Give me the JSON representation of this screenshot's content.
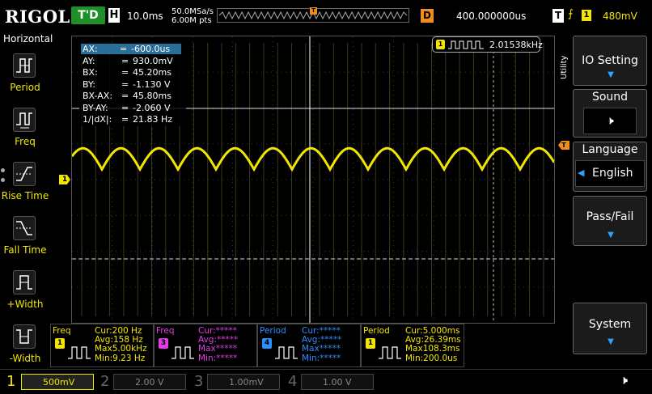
{
  "top": {
    "brand": "RIGOL",
    "run_state": "T'D",
    "timebase_label": "H",
    "timebase": "10.0ms",
    "sample_rate": "50.0MSa/s",
    "memory_depth": "6.00M pts",
    "delay_label": "D",
    "delay": "400.000000us",
    "trigger_label": "T",
    "trigger_channel": "1",
    "trigger_level": "480mV",
    "trigger_marker": "T"
  },
  "left_panel": {
    "title": "Horizontal",
    "items": [
      {
        "label": "Period"
      },
      {
        "label": "Freq"
      },
      {
        "label": "Rise Time"
      },
      {
        "label": "Fall Time"
      },
      {
        "label": "+Width"
      },
      {
        "label": "-Width"
      }
    ]
  },
  "cursor_readout": {
    "rows": [
      {
        "name": "AX:",
        "eq": "=",
        "value": "-600.0us"
      },
      {
        "name": "AY:",
        "eq": "=",
        "value": "930.0mV"
      },
      {
        "name": "BX:",
        "eq": "=",
        "value": "45.20ms"
      },
      {
        "name": "BY:",
        "eq": "=",
        "value": "-1.130 V"
      },
      {
        "name": "BX-AX:",
        "eq": "=",
        "value": "45.80ms"
      },
      {
        "name": "BY-AY:",
        "eq": "=",
        "value": "-2.060 V"
      },
      {
        "name": "1/|dX|:",
        "eq": "=",
        "value": "21.83 Hz"
      }
    ]
  },
  "freq_counter": {
    "channel": "1",
    "value": "2.01538kHz"
  },
  "channel_marker": "1",
  "trigger_level_marker": "T",
  "right_panel": {
    "utility": "Utility",
    "io_setting": "IO Setting",
    "sound": "Sound",
    "language": "Language",
    "language_value": "English",
    "pass_fail": "Pass/Fail",
    "system": "System"
  },
  "measurements": [
    {
      "name": "Freq",
      "channel": "1",
      "cur": "Cur:200 Hz",
      "avg": "Avg:158 Hz",
      "max": "Max5.00kHz",
      "min": "Min:9.23 Hz",
      "color": "#f2e600"
    },
    {
      "name": "Freq",
      "channel": "3",
      "cur": "Cur:*****",
      "avg": "Avg:*****",
      "max": "Max*****",
      "min": "Min:*****",
      "color": "#e23ce2"
    },
    {
      "name": "Period",
      "channel": "4",
      "cur": "Cur:*****",
      "avg": "Avg:*****",
      "max": "Max*****",
      "min": "Min:*****",
      "color": "#2f8cff"
    },
    {
      "name": "Period",
      "channel": "1",
      "cur": "Cur:5.000ms",
      "avg": "Avg:26.39ms",
      "max": "Max108.3ms",
      "min": "Min:200.0us",
      "color": "#f2e600"
    }
  ],
  "channels": [
    {
      "num": "1",
      "scale": "500mV",
      "color": "#f2e600"
    },
    {
      "num": "2",
      "scale": "2.00 V",
      "color": "#777777"
    },
    {
      "num": "3",
      "scale": "1.00mV",
      "color": "#777777"
    },
    {
      "num": "4",
      "scale": "1.00 V",
      "color": "#777777"
    }
  ],
  "colors": {
    "ch1": "#f2e600",
    "accent_orange": "#f28c1a",
    "accent_blue": "#2ea3ff"
  },
  "icons": [
    "period-icon",
    "freq-icon",
    "rise-time-icon",
    "fall-time-icon",
    "pos-width-icon",
    "neg-width-icon",
    "speaker-icon"
  ]
}
